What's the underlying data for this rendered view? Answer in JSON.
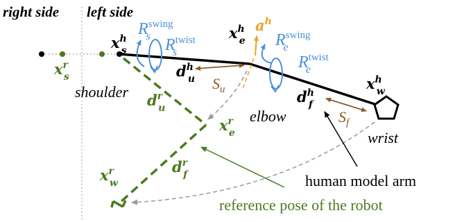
{
  "labels": {
    "right_side": "right side",
    "left_side": "left side",
    "shoulder": "shoulder",
    "elbow": "elbow",
    "wrist": "wrist",
    "human_model_arm": "human model arm",
    "reference_pose": "reference pose of the robot"
  },
  "symbols": {
    "x": "x",
    "d": "d",
    "a": "a",
    "R": "R",
    "S": "S",
    "sup_h": "h",
    "sup_r": "r",
    "sub_s": "s",
    "sub_e": "e",
    "sub_w": "w",
    "sub_u": "u",
    "sub_f": "f",
    "swing": "swing",
    "twist": "twist"
  },
  "colors": {
    "human": "#000000",
    "robot": "#4a7a1e",
    "rotation": "#4a90d9",
    "segment": "#8b5a2b",
    "axis": "#f0a020",
    "mapping": "#999999",
    "divider": "#aaaaaa"
  }
}
